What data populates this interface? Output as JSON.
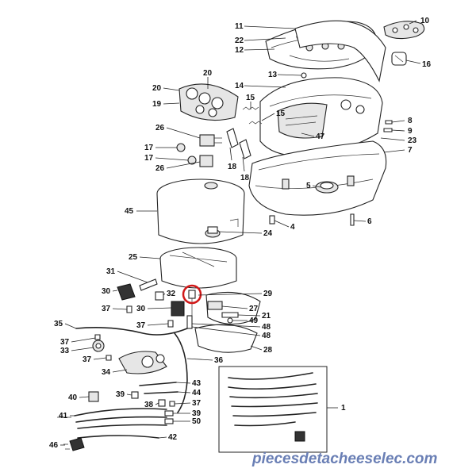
{
  "diagram": {
    "callouts": [
      {
        "id": "c11",
        "text": "11"
      },
      {
        "id": "c10",
        "text": "10"
      },
      {
        "id": "c22",
        "text": "22"
      },
      {
        "id": "c12",
        "text": "12"
      },
      {
        "id": "c16",
        "text": "16"
      },
      {
        "id": "c13",
        "text": "13"
      },
      {
        "id": "c20",
        "text": "20"
      },
      {
        "id": "c14",
        "text": "14"
      },
      {
        "id": "c20b",
        "text": "20"
      },
      {
        "id": "c19",
        "text": "19"
      },
      {
        "id": "c15a",
        "text": "15"
      },
      {
        "id": "c15b",
        "text": "15"
      },
      {
        "id": "c8",
        "text": "8"
      },
      {
        "id": "c9",
        "text": "9"
      },
      {
        "id": "c26a",
        "text": "26"
      },
      {
        "id": "c47",
        "text": "47"
      },
      {
        "id": "c23",
        "text": "23"
      },
      {
        "id": "c17a",
        "text": "17"
      },
      {
        "id": "c7",
        "text": "7"
      },
      {
        "id": "c17b",
        "text": "17"
      },
      {
        "id": "c18a",
        "text": "18"
      },
      {
        "id": "c26b",
        "text": "26"
      },
      {
        "id": "c18b",
        "text": "18"
      },
      {
        "id": "c5",
        "text": "5"
      },
      {
        "id": "c45",
        "text": "45"
      },
      {
        "id": "c6",
        "text": "6"
      },
      {
        "id": "c4",
        "text": "4"
      },
      {
        "id": "c24",
        "text": "24"
      },
      {
        "id": "c25",
        "text": "25"
      },
      {
        "id": "c31",
        "text": "31"
      },
      {
        "id": "c29",
        "text": "29"
      },
      {
        "id": "c30a",
        "text": "30"
      },
      {
        "id": "c32",
        "text": "32"
      },
      {
        "id": "c37a",
        "text": "37"
      },
      {
        "id": "c30b",
        "text": "30"
      },
      {
        "id": "c27",
        "text": "27"
      },
      {
        "id": "c21",
        "text": "21"
      },
      {
        "id": "c49",
        "text": "49"
      },
      {
        "id": "c37b",
        "text": "37"
      },
      {
        "id": "c48a",
        "text": "48"
      },
      {
        "id": "c48b",
        "text": "48"
      },
      {
        "id": "c35",
        "text": "35"
      },
      {
        "id": "c37c",
        "text": "37"
      },
      {
        "id": "c33",
        "text": "33"
      },
      {
        "id": "c28",
        "text": "28"
      },
      {
        "id": "c37d",
        "text": "37"
      },
      {
        "id": "c36",
        "text": "36"
      },
      {
        "id": "c34",
        "text": "34"
      },
      {
        "id": "c43",
        "text": "43"
      },
      {
        "id": "c44",
        "text": "44"
      },
      {
        "id": "c40",
        "text": "40"
      },
      {
        "id": "c39a",
        "text": "39"
      },
      {
        "id": "c38",
        "text": "38"
      },
      {
        "id": "c37e",
        "text": "37"
      },
      {
        "id": "c1",
        "text": "1"
      },
      {
        "id": "c41",
        "text": "41"
      },
      {
        "id": "c39b",
        "text": "39"
      },
      {
        "id": "c50",
        "text": "50"
      },
      {
        "id": "c42",
        "text": "42"
      },
      {
        "id": "c46",
        "text": "46"
      }
    ],
    "highlight_color": "#d01818"
  },
  "watermark": {
    "text": "piecesdetacheeselec.com",
    "color": "#6a7fb5"
  }
}
